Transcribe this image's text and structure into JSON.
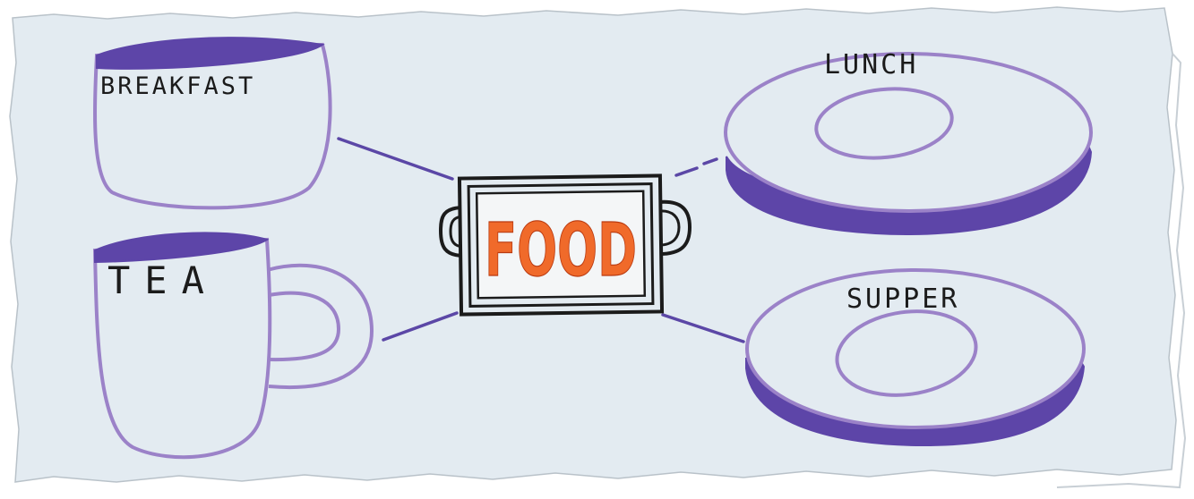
{
  "diagram": {
    "center": {
      "label": "FOOD",
      "object": "serving-tray"
    },
    "nodes": {
      "breakfast": {
        "label": "BREAKFAST",
        "object": "bowl"
      },
      "tea": {
        "label": "TEA",
        "object": "mug"
      },
      "lunch": {
        "label": "LUNCH",
        "object": "plate"
      },
      "supper": {
        "label": "SUPPER",
        "object": "plate"
      }
    }
  },
  "colors": {
    "background": "#e3ebf1",
    "outline": "#9b82c8",
    "fill_dark": "#5d45a8",
    "connector": "#5b47a6",
    "food_text": "#f06a2a",
    "ink": "#1b1b1b"
  }
}
